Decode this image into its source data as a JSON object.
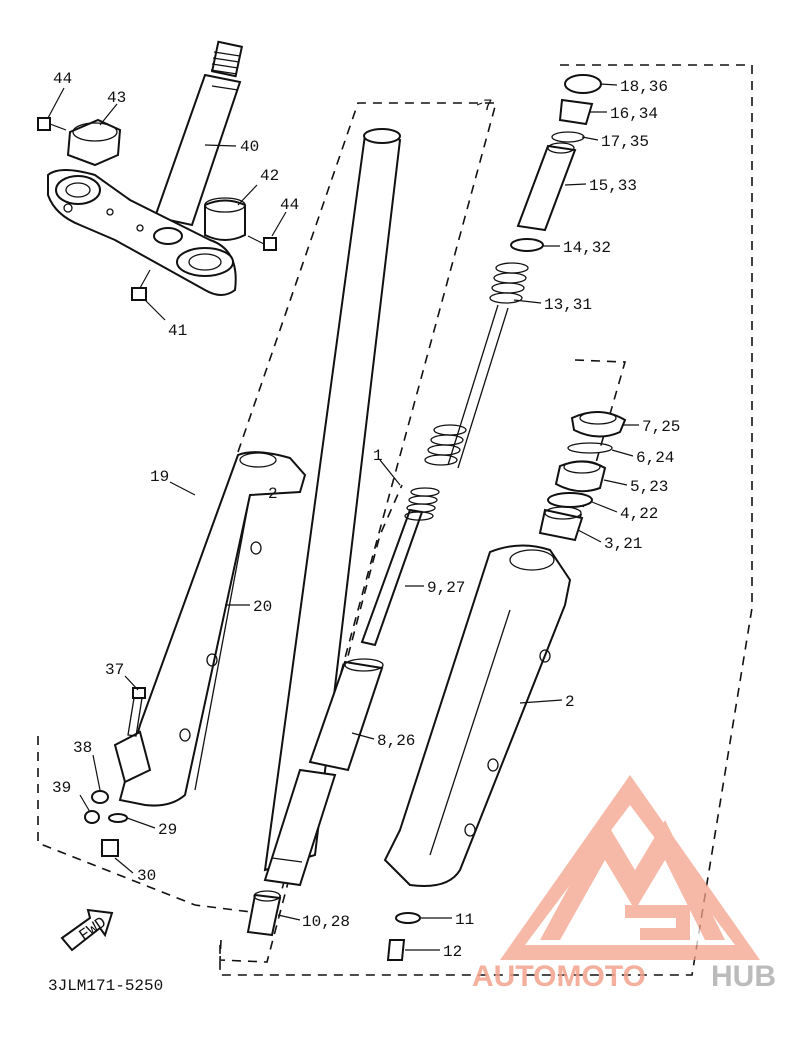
{
  "diagram": {
    "code": "3JLM171-5250",
    "fwd_label": "FWD",
    "parts": [
      {
        "ref": "44",
        "name": "bolt-44a"
      },
      {
        "ref": "43",
        "name": "upper-clamp-43"
      },
      {
        "ref": "40",
        "name": "steering-stem-40"
      },
      {
        "ref": "42",
        "name": "clamp-42"
      },
      {
        "ref": "44",
        "name": "bolt-44b"
      },
      {
        "ref": "41",
        "name": "bolt-41"
      },
      {
        "ref": "7",
        "name": "left-fork-group-7"
      },
      {
        "ref": "18,36",
        "name": "cap-bolt-18-36"
      },
      {
        "ref": "16,34",
        "name": "o-ring-16-34"
      },
      {
        "ref": "17,35",
        "name": "circlip-17-35"
      },
      {
        "ref": "15,33",
        "name": "spacer-15-33"
      },
      {
        "ref": "14,32",
        "name": "washer-14-32"
      },
      {
        "ref": "13,31",
        "name": "spring-13-31"
      },
      {
        "ref": "7,25",
        "name": "dust-seal-7-25"
      },
      {
        "ref": "6,24",
        "name": "clip-6-24"
      },
      {
        "ref": "5,23",
        "name": "oil-seal-5-23"
      },
      {
        "ref": "4,22",
        "name": "washer-4-22"
      },
      {
        "ref": "3,21",
        "name": "slide-metal-3-21"
      },
      {
        "ref": "19",
        "name": "right-fork-19"
      },
      {
        "ref": "2",
        "name": "bracket-ref-2a"
      },
      {
        "ref": "1",
        "name": "inner-tube-1"
      },
      {
        "ref": "20",
        "name": "outer-tube-20"
      },
      {
        "ref": "9,27",
        "name": "damper-rod-9-27"
      },
      {
        "ref": "2",
        "name": "outer-tube-2"
      },
      {
        "ref": "37",
        "name": "bolt-37"
      },
      {
        "ref": "8,26",
        "name": "spacer-8-26"
      },
      {
        "ref": "38",
        "name": "nut-38"
      },
      {
        "ref": "39",
        "name": "nut-39"
      },
      {
        "ref": "29",
        "name": "washer-29"
      },
      {
        "ref": "30",
        "name": "bolt-30"
      },
      {
        "ref": "10,28",
        "name": "oil-lock-10-28"
      },
      {
        "ref": "11",
        "name": "washer-11"
      },
      {
        "ref": "12",
        "name": "bolt-12"
      }
    ]
  },
  "watermark": {
    "text_part1": "AUTOMOTO",
    "text_part2": "HUB",
    "color_main": "#f4a28c",
    "color_dark": "#b0b0b0"
  }
}
